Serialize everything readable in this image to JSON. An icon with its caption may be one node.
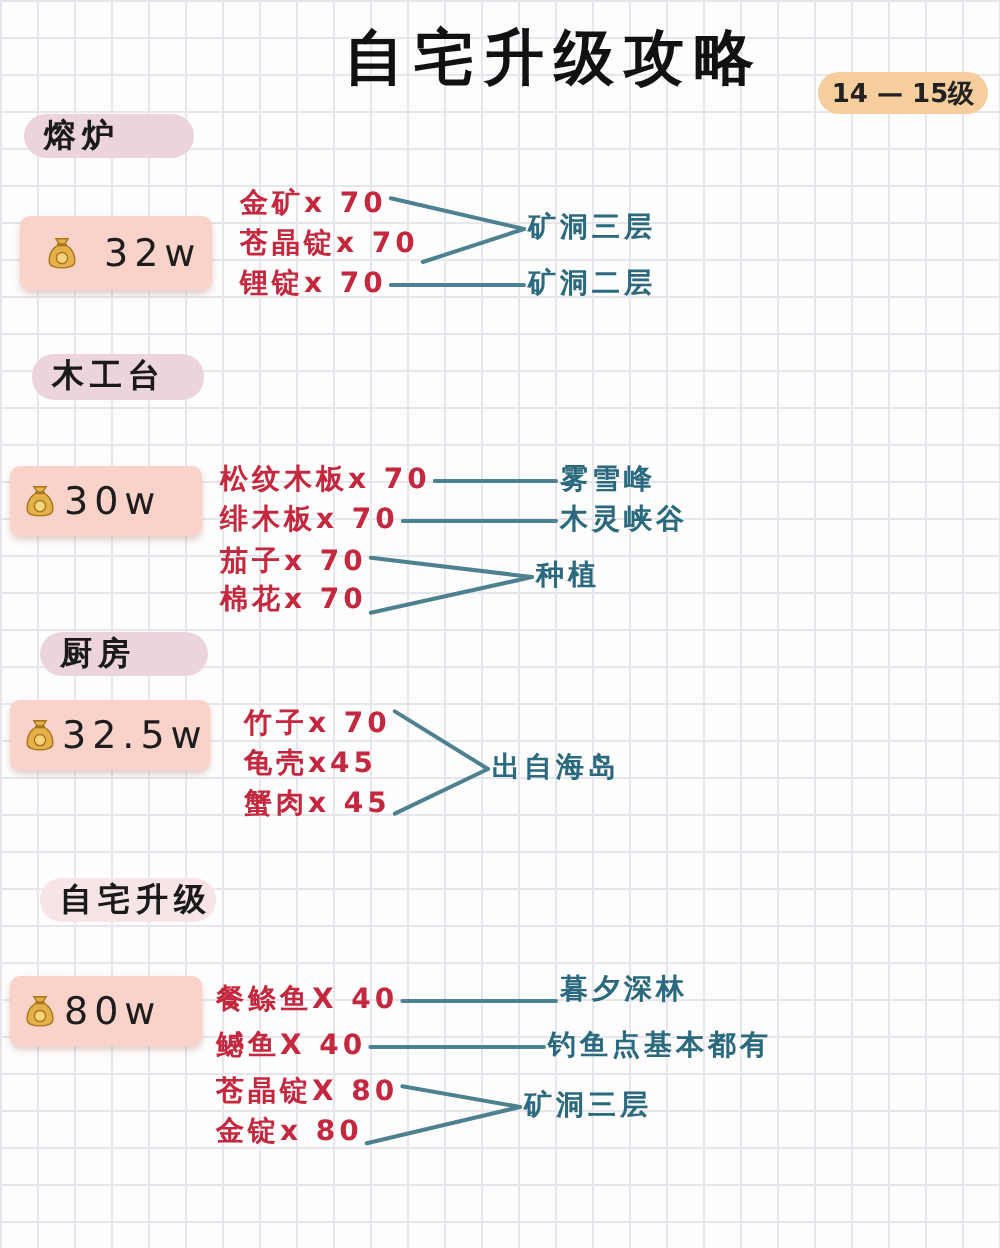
{
  "diagram": {
    "title": "自宅升级攻略",
    "nodes": [
      {
        "text": [
          "14 — 15级"
        ]
      },
      {
        "text": [
          "熔炉"
        ]
      },
      {
        "text": [
          "32w"
        ]
      },
      {
        "text": [
          "金矿x 70"
        ]
      },
      {
        "text": [
          "苍晶锭x 70"
        ]
      },
      {
        "text": [
          "锂锭x 70"
        ]
      },
      {
        "text": [
          "矿洞三层"
        ]
      },
      {
        "text": [
          "矿洞二层"
        ]
      },
      {
        "text": [
          "木工台"
        ]
      },
      {
        "text": [
          "30w"
        ]
      },
      {
        "text": [
          "松纹木板x 70"
        ]
      },
      {
        "text": [
          "雾雪峰"
        ]
      },
      {
        "text": [
          "绯木板x 70"
        ]
      },
      {
        "text": [
          "木灵峡谷"
        ]
      },
      {
        "text": [
          "茄子x 70"
        ]
      },
      {
        "text": [
          "棉花x 70"
        ]
      },
      {
        "text": [
          "种植"
        ]
      },
      {
        "text": [
          "厨房"
        ]
      },
      {
        "text": [
          "32.5w"
        ]
      },
      {
        "text": [
          "竹子x 70"
        ]
      },
      {
        "text": [
          "龟壳x45"
        ]
      },
      {
        "text": [
          "蟹肉x 45"
        ]
      },
      {
        "text": [
          "出自海岛"
        ]
      },
      {
        "text": [
          "自宅升级"
        ]
      },
      {
        "text": [
          "80w"
        ]
      },
      {
        "text": [
          "餐鲦鱼X 40"
        ]
      },
      {
        "text": [
          "暮夕深林"
        ]
      },
      {
        "text": [
          "鳡鱼X 40"
        ]
      },
      {
        "text": [
          "钓鱼点基本都有"
        ]
      },
      {
        "text": [
          "苍晶锭X 80"
        ]
      },
      {
        "text": [
          "金锭x 80"
        ]
      },
      {
        "text": [
          "矿洞三层"
        ]
      }
    ],
    "edges": [
      {
        "from": 3,
        "to": 6,
        "arrow": "none"
      },
      {
        "from": 4,
        "to": 6,
        "arrow": "none"
      },
      {
        "from": 5,
        "to": 7,
        "arrow": "none"
      },
      {
        "from": 10,
        "to": 11,
        "arrow": "none"
      },
      {
        "from": 12,
        "to": 13,
        "arrow": "none"
      },
      {
        "from": 14,
        "to": 16,
        "arrow": "none"
      },
      {
        "from": 15,
        "to": 16,
        "arrow": "none"
      },
      {
        "from": 19,
        "to": 22,
        "arrow": "none"
      },
      {
        "from": 21,
        "to": 22,
        "arrow": "none"
      },
      {
        "from": 25,
        "to": 26,
        "arrow": "none"
      },
      {
        "from": 27,
        "to": 28,
        "arrow": "none"
      },
      {
        "from": 29,
        "to": 31,
        "arrow": "none"
      },
      {
        "from": 30,
        "to": 31,
        "arrow": "none"
      }
    ]
  }
}
